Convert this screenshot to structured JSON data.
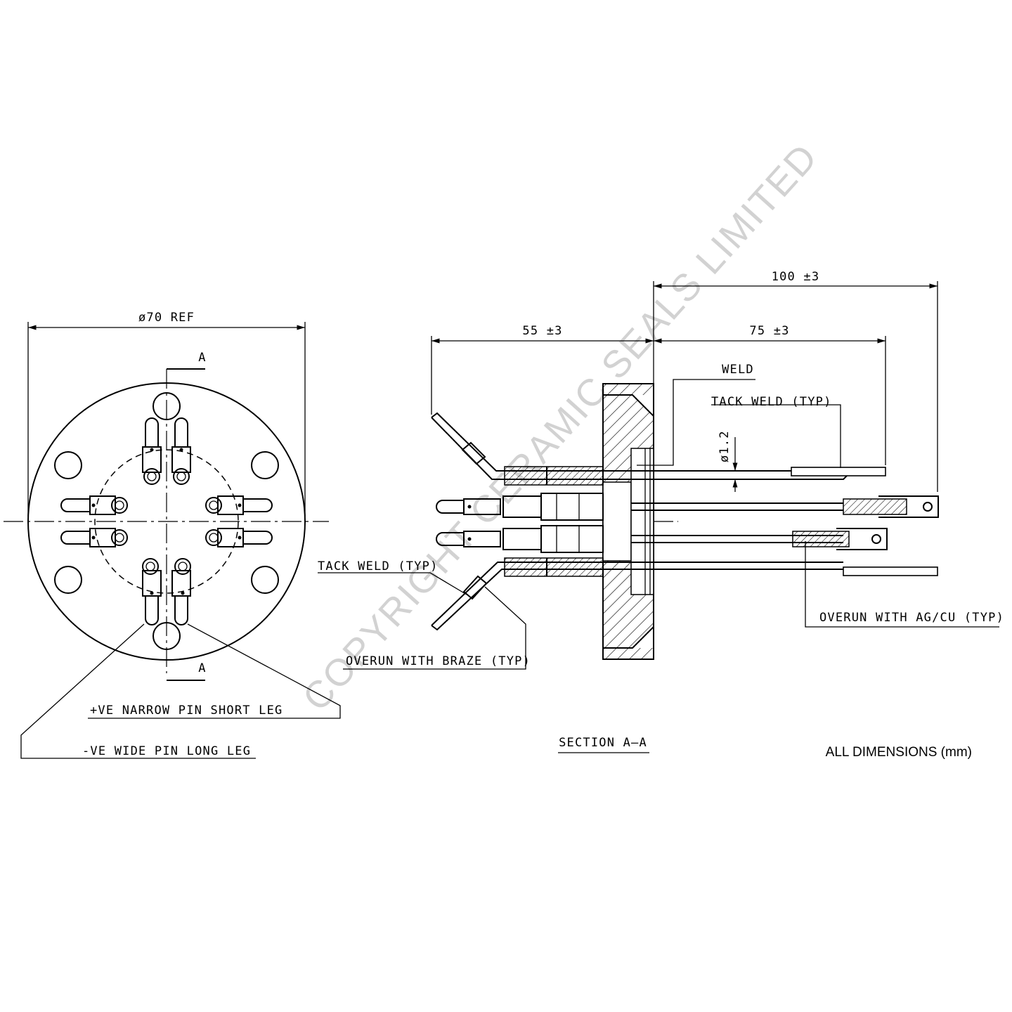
{
  "plan_view": {
    "diameter_label": "ø70 REF",
    "section_marker_top": "A",
    "section_marker_bottom": "A",
    "callout_positive": "+VE NARROW PIN SHORT LEG",
    "callout_negative": "-VE WIDE PIN LONG LEG"
  },
  "section_view": {
    "dim_overall": "100 ±3",
    "dim_left": "55 ±3",
    "dim_right": "75 ±3",
    "dim_wire": "ø1.2",
    "label_weld": "WELD",
    "label_tack_weld_right": "TACK WELD (TYP)",
    "label_tack_weld_left": "TACK WELD (TYP)",
    "label_overrun_braze": "OVERUN WITH BRAZE (TYP)",
    "label_overrun_agcu": "OVERUN WITH AG/CU (TYP)",
    "title": "SECTION A–A"
  },
  "watermark": "COPYRIGHT CERAMIC SEALS LIMITED",
  "footer_note": "ALL DIMENSIONS (mm)"
}
